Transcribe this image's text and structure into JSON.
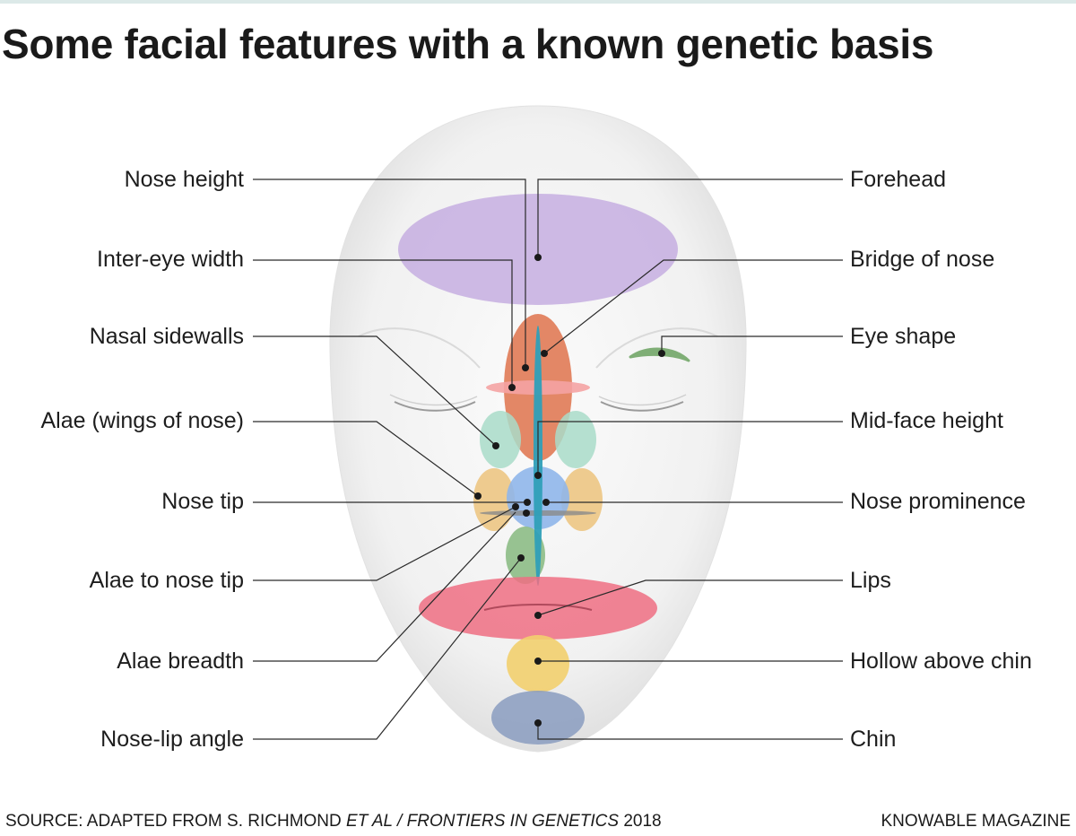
{
  "title": "Some facial features with a known genetic basis",
  "labels": {
    "nose_height": "Nose height",
    "inter_eye_width": "Inter-eye width",
    "nasal_sidewalls": "Nasal sidewalls",
    "alae_wings": "Alae (wings of nose)",
    "nose_tip": "Nose tip",
    "alae_to_nose_tip": "Alae to nose tip",
    "alae_breadth": "Alae breadth",
    "nose_lip_angle": "Nose-lip angle",
    "forehead": "Forehead",
    "bridge_of_nose": "Bridge of nose",
    "eye_shape": "Eye shape",
    "mid_face_height": "Mid-face height",
    "nose_prominence": "Nose prominence",
    "lips": "Lips",
    "hollow_above_chin": "Hollow above chin",
    "chin": "Chin"
  },
  "footer": {
    "source_prefix": "SOURCE: ADAPTED FROM S. RICHMOND ",
    "source_authors": "ET AL / FRONTIERS IN GENETICS",
    "source_year": " 2018",
    "publisher": "KNOWABLE MAGAZINE"
  },
  "colors": {
    "forehead": "#c6aee0",
    "nose": "#e07a55",
    "eye_band": "#f4a3a3",
    "sidewalls": "#a9dcc9",
    "alae": "#ecc37c",
    "nose_tip": "#8fb6ea",
    "midline": "#2f9fb8",
    "upper_lip": "#8dbd86",
    "lips": "#ef6e83",
    "hollow": "#f2cf6e",
    "chin": "#8a9cc0",
    "eye_shape": "#7fae76"
  }
}
